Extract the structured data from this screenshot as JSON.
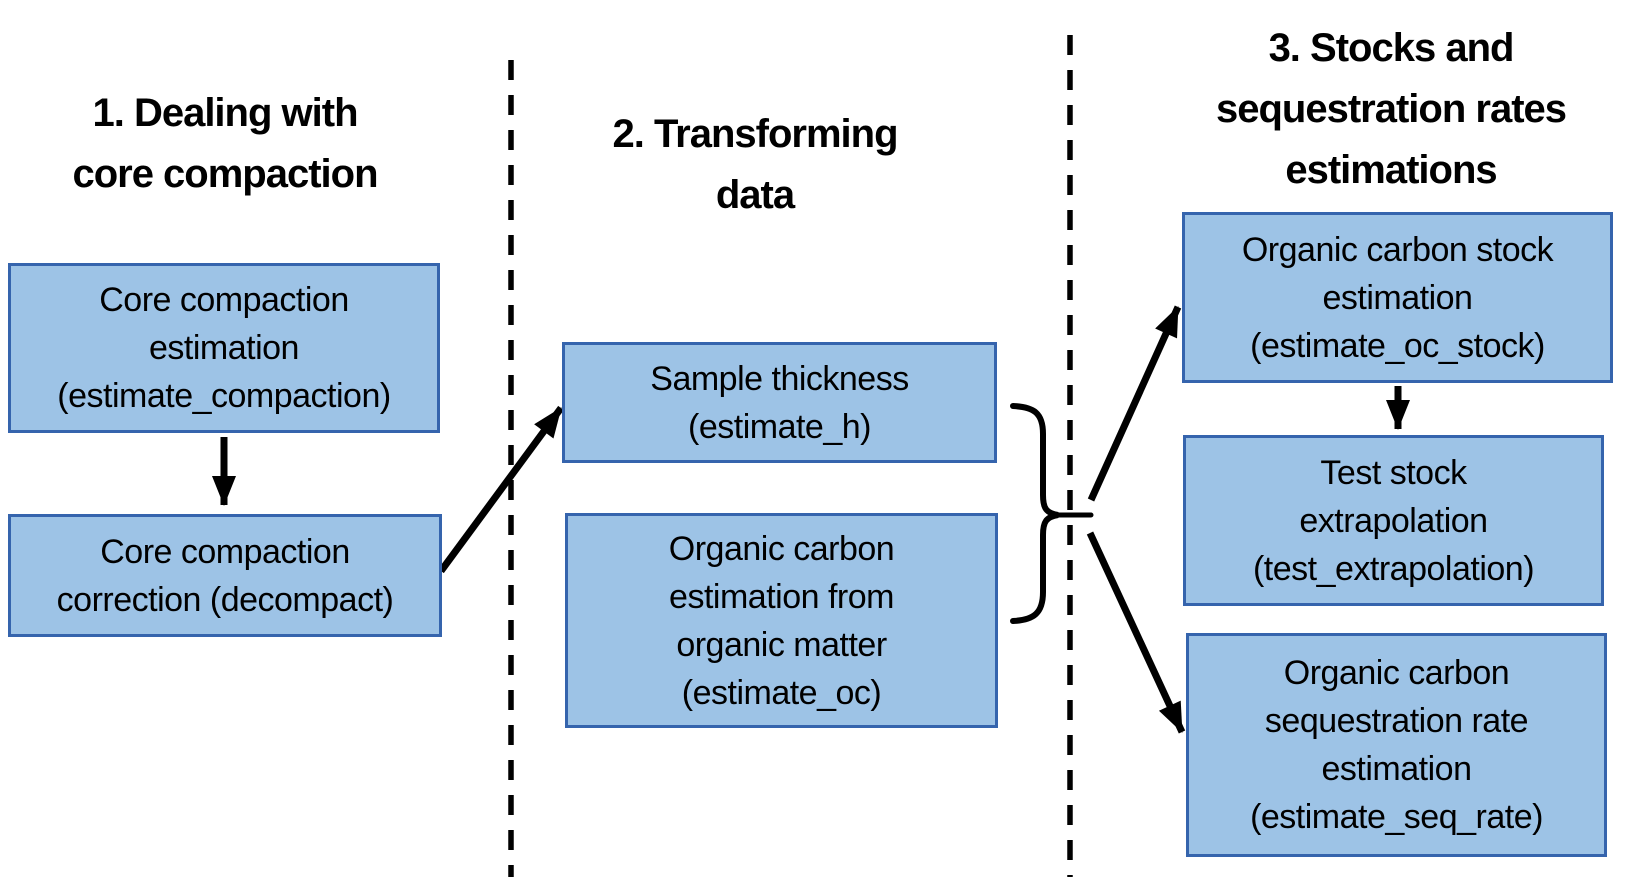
{
  "diagram": {
    "background": "#ffffff",
    "colors": {
      "box_fill": "#9DC3E6",
      "box_border": "#3564AD",
      "connector": "#000000",
      "text": "#000000"
    },
    "sections": [
      {
        "title": "1. Dealing with\ncore compaction"
      },
      {
        "title": "2. Transforming\ndata"
      },
      {
        "title": "3. Stocks and\nsequestration rates\nestimations"
      }
    ],
    "boxes": [
      {
        "id": "estimate_compaction",
        "label": "Core compaction\nestimation\n(estimate_compaction)"
      },
      {
        "id": "decompact",
        "label": "Core compaction\ncorrection (decompact)"
      },
      {
        "id": "estimate_h",
        "label": "Sample thickness\n(estimate_h)"
      },
      {
        "id": "estimate_oc",
        "label": "Organic carbon\nestimation from\norganic matter\n(estimate_oc)"
      },
      {
        "id": "estimate_oc_stock",
        "label": "Organic carbon stock\nestimation\n(estimate_oc_stock)"
      },
      {
        "id": "test_extrapolation",
        "label": "Test stock\nextrapolation\n(test_extrapolation)"
      },
      {
        "id": "estimate_seq_rate",
        "label": "Organic carbon\nsequestration rate\nestimation\n(estimate_seq_rate)"
      }
    ]
  }
}
